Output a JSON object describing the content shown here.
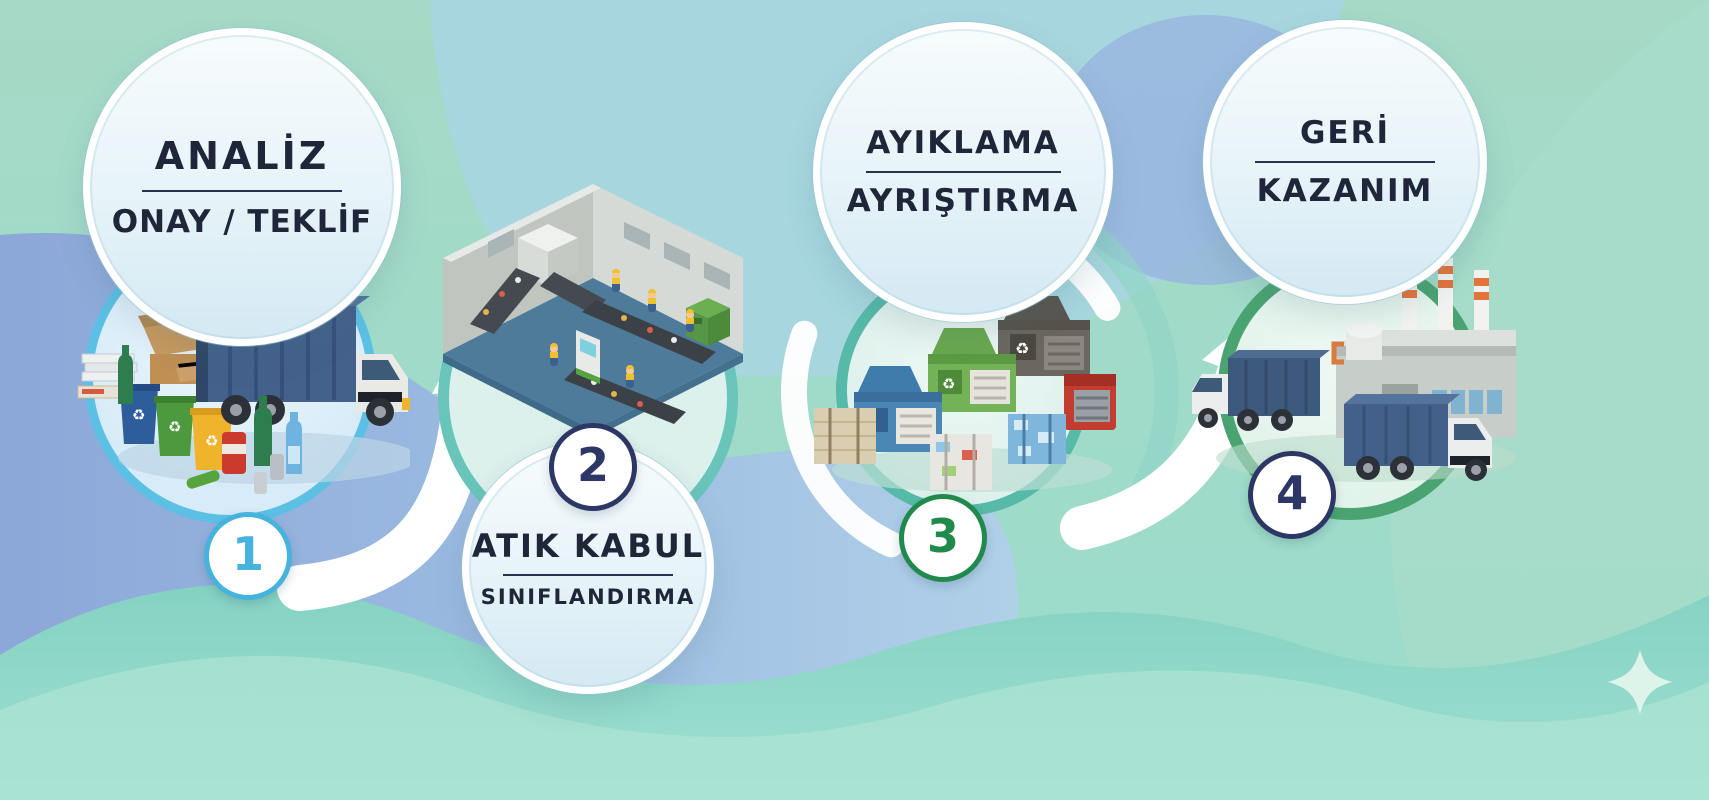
{
  "diagram": {
    "name": "recycling-process-infographic",
    "language": "tr",
    "flow_order": [
      "1",
      "2",
      "3",
      "4"
    ]
  },
  "steps": [
    {
      "number": "1",
      "title_top": "ANALİZ",
      "title_bottom": "ONAY / TEKLİF",
      "badge_color": "#45b3dd",
      "ring_color": "#5cc0e4",
      "illustration": "garbage-truck-with-recycling-bins-and-waste"
    },
    {
      "number": "2",
      "title_top": "ATIK KABUL",
      "title_bottom": "SINIFLANDIRMA",
      "badge_color": "#2c3765",
      "ring_color": "#69c4b9",
      "illustration": "waste-sorting-facility-with-conveyors-and-workers"
    },
    {
      "number": "3",
      "title_top": "AYIKLAMA",
      "title_bottom": "AYRIŞTIRMA",
      "badge_color": "#1f8a4c",
      "ring_color": "#57b9a8",
      "illustration": "baler-press-machines-with-waste-bales"
    },
    {
      "number": "4",
      "title_top": "GERİ",
      "title_bottom": "KAZANIM",
      "badge_color": "#2c3765",
      "ring_color": "#4aa471",
      "illustration": "recycling-plant-with-trucks"
    }
  ],
  "icons": {
    "recycle": "♻",
    "sparkle": "four-point-star"
  },
  "colors": {
    "background_green": "#a6d9c6",
    "background_cyan": "#a8d6e0",
    "background_blue": "#8ca7d8",
    "background_bottom_teal": "#85d2c2",
    "arrow": "#ffffff",
    "text": "#20263a"
  }
}
